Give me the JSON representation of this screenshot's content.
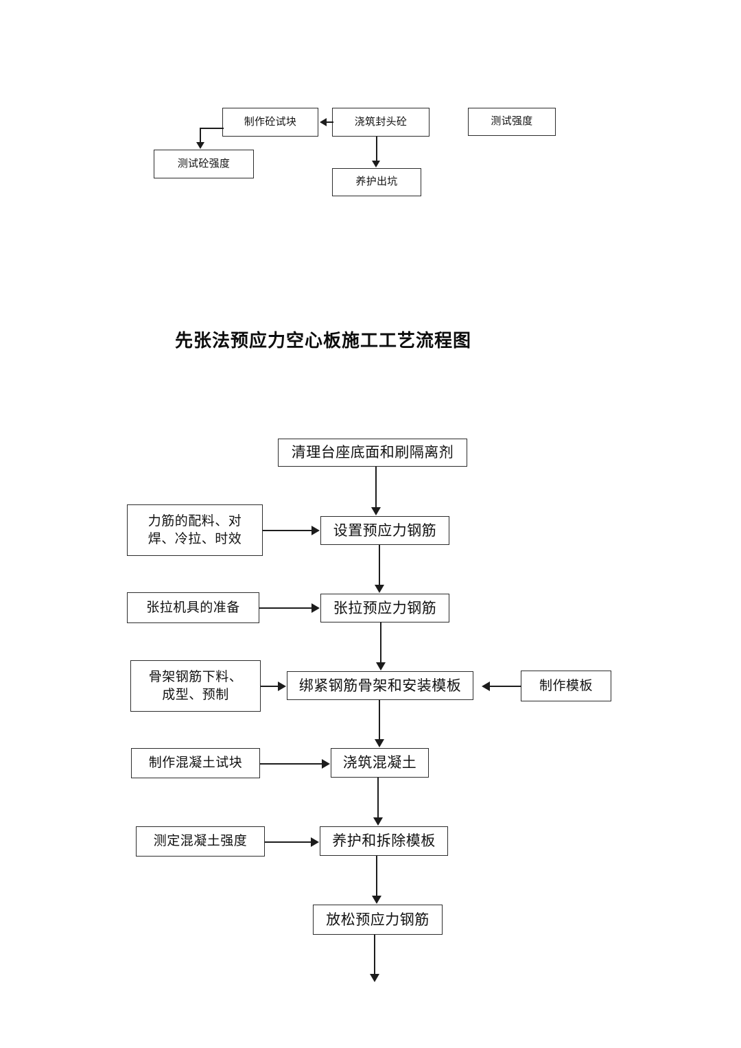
{
  "document": {
    "title": "先张法预应力空心板施工工艺流程图"
  },
  "top_diagram": {
    "nodes": [
      {
        "id": "make-test-block",
        "label": "制作砼试块"
      },
      {
        "id": "pour-end-concrete",
        "label": "浇筑封头砼"
      },
      {
        "id": "test-strength",
        "label": "测试强度"
      },
      {
        "id": "test-concrete-strength",
        "label": "测试砼强度"
      },
      {
        "id": "cure-and-lift-out",
        "label": "养护出坑"
      }
    ],
    "edges": [
      {
        "from": "pour-end-concrete",
        "to": "make-test-block",
        "direction": "left"
      },
      {
        "from": "make-test-block",
        "to": "test-concrete-strength",
        "direction": "down"
      },
      {
        "from": "pour-end-concrete",
        "to": "cure-and-lift-out",
        "direction": "down"
      }
    ]
  },
  "main_diagram": {
    "main_nodes": [
      {
        "id": "clean-pedestal",
        "label": "清理台座底面和刷隔离剂"
      },
      {
        "id": "set-tendons",
        "label": "设置预应力钢筋"
      },
      {
        "id": "tension-tendons",
        "label": "张拉预应力钢筋"
      },
      {
        "id": "tie-cage-formwork",
        "label": "绑紧钢筋骨架和安装模板"
      },
      {
        "id": "pour-concrete",
        "label": "浇筑混凝土"
      },
      {
        "id": "cure-strip-forms",
        "label": "养护和拆除模板"
      },
      {
        "id": "release-tendons",
        "label": "放松预应力钢筋"
      }
    ],
    "left_nodes": [
      {
        "id": "tendon-prep",
        "label": "力筋的配料、对\n焊、冷拉、时效",
        "target": "set-tendons"
      },
      {
        "id": "jack-prep",
        "label": "张拉机具的准备",
        "target": "tension-tendons"
      },
      {
        "id": "cage-bar-prep",
        "label": "骨架钢筋下料、\n成型、预制",
        "target": "tie-cage-formwork"
      },
      {
        "id": "make-test-cubes",
        "label": "制作混凝土试块",
        "target": "pour-concrete"
      },
      {
        "id": "measure-strength",
        "label": "测定混凝土强度",
        "target": "cure-strip-forms"
      }
    ],
    "right_nodes": [
      {
        "id": "make-formwork",
        "label": "制作模板",
        "target": "tie-cage-formwork"
      }
    ]
  },
  "colors": {
    "box_border": "#2b2b2b",
    "connector": "#1c1c1c",
    "background": "#ffffff",
    "text": "#111111"
  }
}
